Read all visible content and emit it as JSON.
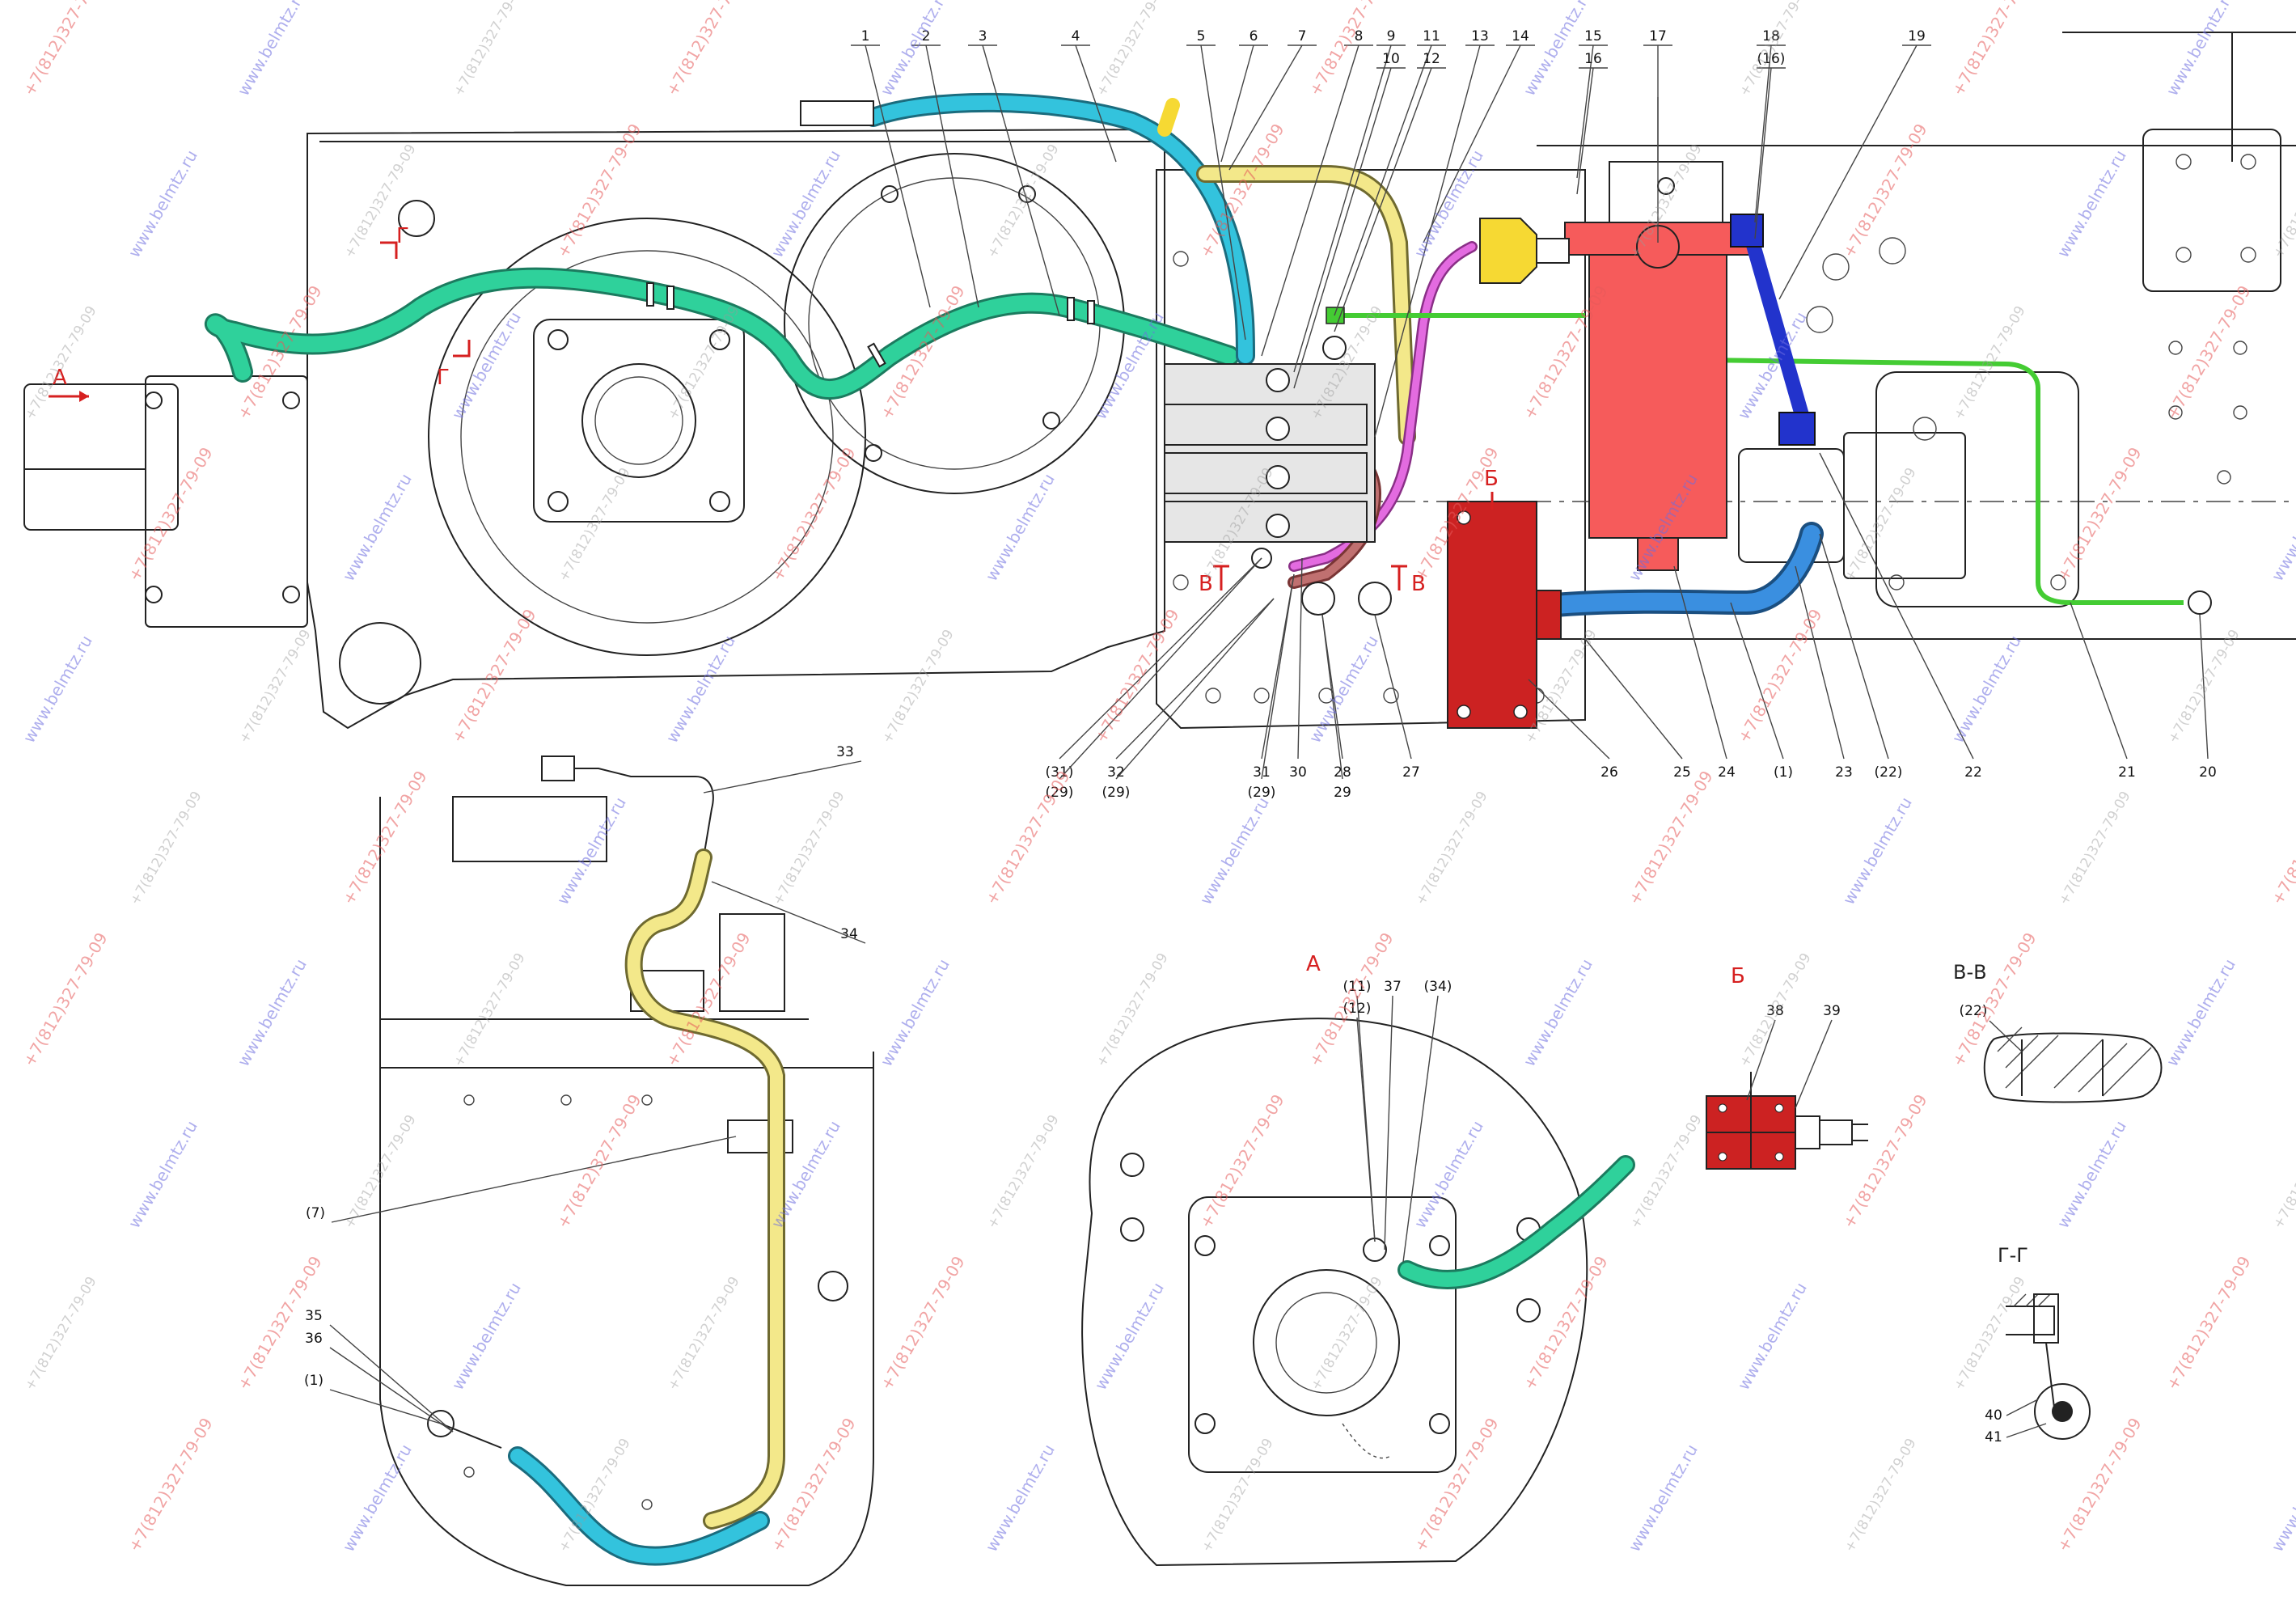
{
  "callouts_top": [
    "1",
    "2",
    "3",
    "4",
    "5",
    "6",
    "7",
    "8",
    "9",
    "10",
    "11",
    "12",
    "13",
    "14",
    "15",
    "16",
    "17",
    "18",
    "(16)",
    "19"
  ],
  "callouts_bottom": [
    "(31)",
    "(29)",
    "32",
    "(29)",
    "31",
    "(29)",
    "30",
    "28",
    "29",
    "27",
    "26",
    "25",
    "24",
    "(1)",
    "23",
    "(22)",
    "22",
    "21",
    "20"
  ],
  "view_labels": {
    "a": "А",
    "b": "Б",
    "v": "В",
    "g": "Г",
    "view_a_title": "А",
    "view_b_title": "Б",
    "section_vv": "В-В",
    "section_gg": "Г-Г"
  },
  "callouts_left_detail": [
    "33",
    "34",
    "(7)",
    "35",
    "36",
    "(1)"
  ],
  "callouts_view_a": [
    "(11)",
    "(12)",
    "37",
    "(34)"
  ],
  "callouts_view_b": [
    "38",
    "39"
  ],
  "callouts_section_vv": [
    "(22)"
  ],
  "callouts_section_gg": [
    "40",
    "41"
  ],
  "watermarks": {
    "site": "www.belmtz.ru",
    "phone": "+7(812)327-79-09"
  },
  "colors": {
    "hose_green": "#2fd19b",
    "hose_cyan": "#33c3dd",
    "pipe_yellow": "#f3e88a",
    "pipe_magenta": "#e36be0",
    "pipe_brown": "#c07070",
    "line_green": "#44cc33",
    "filter_red": "#f65b5b",
    "valve_red": "#cc2222",
    "link_blue": "#2233cc",
    "sensor_yellow": "#f6d933",
    "label_red": "#d62020"
  }
}
